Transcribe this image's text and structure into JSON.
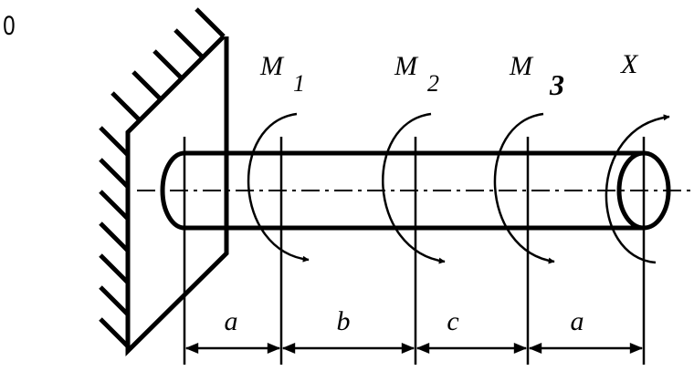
{
  "corner_label": "0",
  "moments": [
    {
      "label": "M",
      "subscript": "1"
    },
    {
      "label": "M",
      "subscript": "2"
    },
    {
      "label": "M",
      "subscript": "3"
    },
    {
      "label": "X",
      "subscript": ""
    }
  ],
  "dimensions": [
    "a",
    "b",
    "c",
    "a"
  ]
}
